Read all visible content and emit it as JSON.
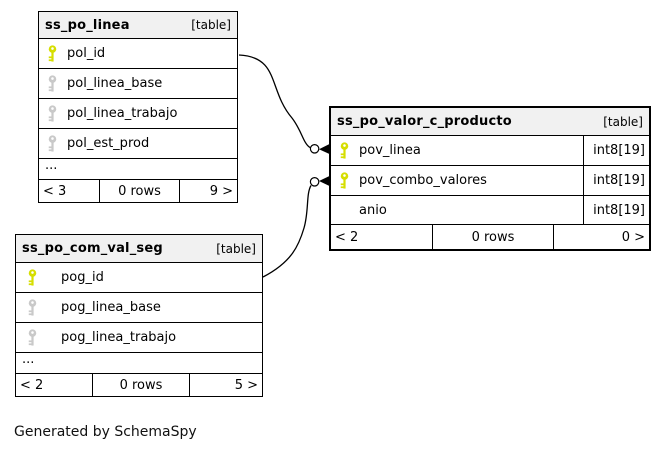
{
  "colors": {
    "primary_key_icon": "#d6de00",
    "indexed_key_icon": "#c9c9c9",
    "table_header_bg": "#f1f1f1",
    "border": "#000000",
    "background": "#ffffff"
  },
  "note": "Generated by SchemaSpy",
  "tables": [
    {
      "name": "ss_po_linea",
      "tag": "[table]",
      "columns": [
        {
          "name": "pol_id",
          "key": "primary",
          "type": ""
        },
        {
          "name": "pol_linea_base",
          "key": "indexed",
          "type": ""
        },
        {
          "name": "pol_linea_trabajo",
          "key": "indexed",
          "type": ""
        },
        {
          "name": "pol_est_prod",
          "key": "indexed",
          "type": ""
        }
      ],
      "ellipsis": "...",
      "stats": {
        "left": "< 3",
        "center": "0 rows",
        "right": "9 >"
      }
    },
    {
      "name": "ss_po_valor_c_producto",
      "tag": "[table]",
      "columns": [
        {
          "name": "pov_linea",
          "key": "primary",
          "type": "int8[19]"
        },
        {
          "name": "pov_combo_valores",
          "key": "primary",
          "type": "int8[19]"
        },
        {
          "name": "anio",
          "key": "none",
          "type": "int8[19]"
        }
      ],
      "stats": {
        "left": "< 2",
        "center": "0 rows",
        "right": "0 >"
      }
    },
    {
      "name": "ss_po_com_val_seg",
      "tag": "[table]",
      "columns": [
        {
          "name": "pog_id",
          "key": "primary",
          "type": ""
        },
        {
          "name": "pog_linea_base",
          "key": "indexed",
          "type": ""
        },
        {
          "name": "pog_linea_trabajo",
          "key": "indexed",
          "type": ""
        }
      ],
      "ellipsis": "...",
      "stats": {
        "left": "< 2",
        "center": "0 rows",
        "right": "5 >"
      }
    }
  ],
  "relationships": [
    {
      "from_table": "ss_po_linea",
      "from_column": "pol_id",
      "to_table": "ss_po_valor_c_producto",
      "to_column": "pov_linea"
    },
    {
      "from_table": "ss_po_com_val_seg",
      "from_column": "pog_id",
      "to_table": "ss_po_valor_c_producto",
      "to_column": "pov_combo_valores"
    }
  ]
}
